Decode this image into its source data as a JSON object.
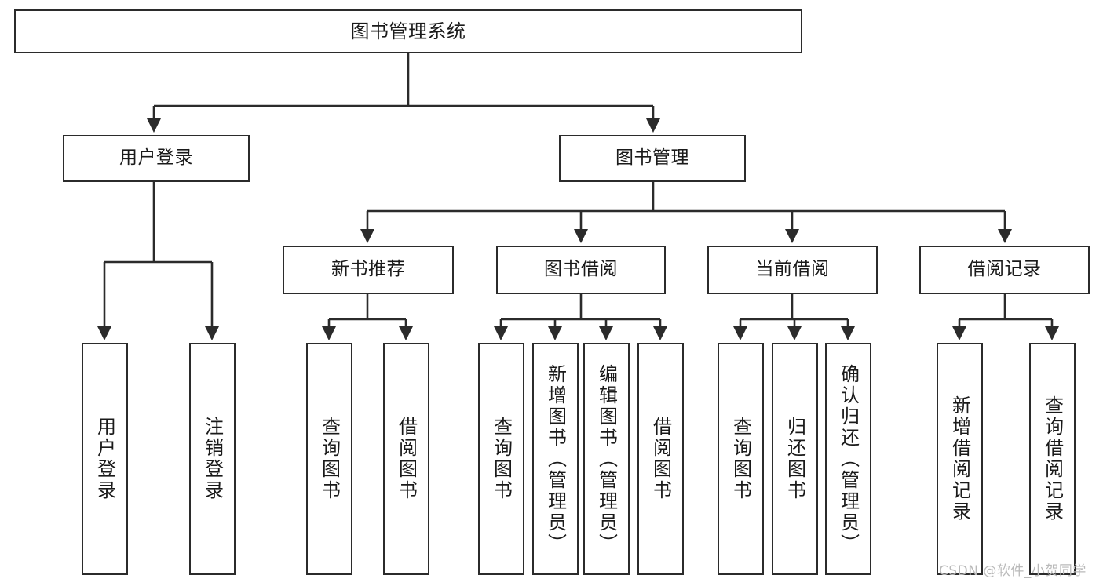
{
  "diagram": {
    "title": "图书管理系统",
    "type": "tree",
    "root": {
      "label": "图书管理系统",
      "children": [
        {
          "label": "用户登录",
          "children": [
            {
              "label": "用户登录"
            },
            {
              "label": "注销登录"
            }
          ]
        },
        {
          "label": "图书管理",
          "children": [
            {
              "label": "新书推荐",
              "children": [
                {
                  "label": "查询图书"
                },
                {
                  "label": "借阅图书"
                }
              ]
            },
            {
              "label": "图书借阅",
              "children": [
                {
                  "label": "查询图书"
                },
                {
                  "label": "新增图书（管理员）"
                },
                {
                  "label": "编辑图书（管理员）"
                },
                {
                  "label": "借阅图书"
                }
              ]
            },
            {
              "label": "当前借阅",
              "children": [
                {
                  "label": "查询图书"
                },
                {
                  "label": "归还图书"
                },
                {
                  "label": "确认归还（管理员）"
                }
              ]
            },
            {
              "label": "借阅记录",
              "children": [
                {
                  "label": "新增借阅记录"
                },
                {
                  "label": "查询借阅记录"
                }
              ]
            }
          ]
        }
      ]
    }
  },
  "nodes": {
    "root": "图书管理系统",
    "user_login": "用户登录",
    "book_manage": "图书管理",
    "new_book_rec": "新书推荐",
    "book_borrow": "图书借阅",
    "current_borrow": "当前借阅",
    "borrow_record": "借阅记录",
    "leaf_user_login": "用户登录",
    "leaf_logout": "注销登录",
    "leaf_query_book_1": "查询图书",
    "leaf_borrow_book_1": "借阅图书",
    "leaf_query_book_2": "查询图书",
    "leaf_add_book": "新增图书（管理员）",
    "leaf_edit_book": "编辑图书（管理员）",
    "leaf_borrow_book_2": "借阅图书",
    "leaf_query_book_3": "查询图书",
    "leaf_return_book": "归还图书",
    "leaf_confirm_return": "确认归还（管理员）",
    "leaf_add_record": "新增借阅记录",
    "leaf_query_record": "查询借阅记录"
  },
  "watermark": {
    "text": "CSDN @软件_小贺同学",
    "color": "#b9b9b9"
  },
  "colors": {
    "border": "#2b2b2b",
    "background": "#ffffff",
    "text": "#1a1a1a",
    "connector": "#2b2b2b"
  }
}
